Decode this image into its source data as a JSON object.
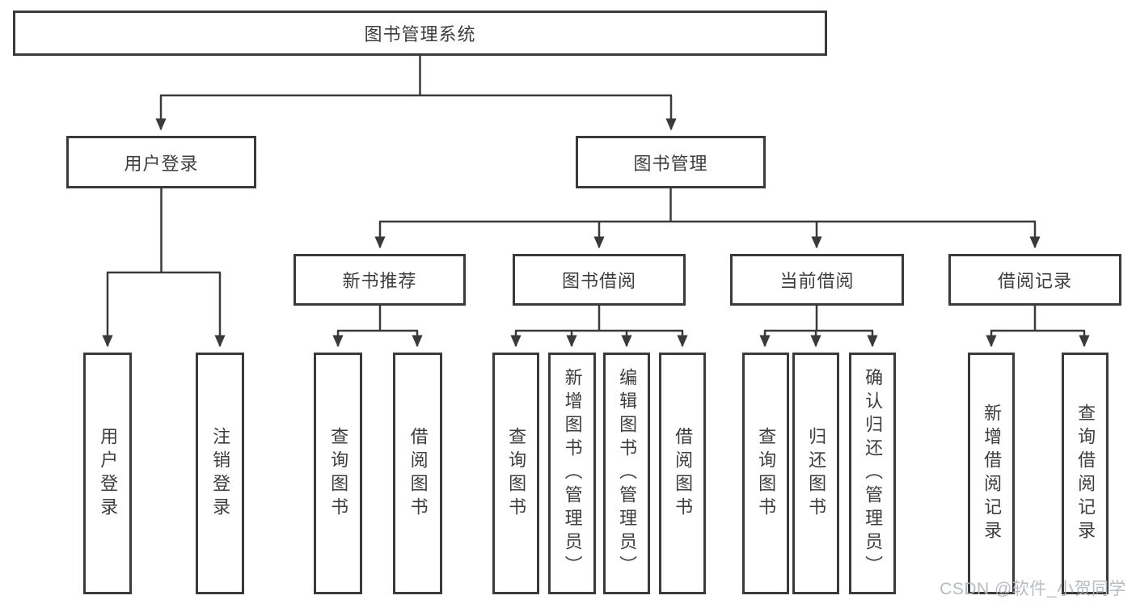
{
  "colors": {
    "line": "#3a3a3a",
    "box_border": "#3a3a3a",
    "box_fill": "#ffffff",
    "text": "#3d3d3d",
    "watermark_text": "#b3b6bd",
    "background": "#ffffff"
  },
  "watermark": "CSDN @软件_小贺同学",
  "tree": {
    "root": {
      "label": "图书管理系统"
    },
    "branches": [
      {
        "label": "用户登录",
        "children": [
          {
            "label": "用户登录"
          },
          {
            "label": "注销登录"
          }
        ]
      },
      {
        "label": "图书管理",
        "children": [
          {
            "label": "新书推荐",
            "children": [
              {
                "label": "查询图书"
              },
              {
                "label": "借阅图书"
              }
            ]
          },
          {
            "label": "图书借阅",
            "children": [
              {
                "label": "查询图书"
              },
              {
                "label": "新增图书（管理员）"
              },
              {
                "label": "编辑图书（管理员）"
              },
              {
                "label": "借阅图书"
              }
            ]
          },
          {
            "label": "当前借阅",
            "children": [
              {
                "label": "查询图书"
              },
              {
                "label": "归还图书"
              },
              {
                "label": "确认归还（管理员）"
              }
            ]
          },
          {
            "label": "借阅记录",
            "children": [
              {
                "label": "新增借阅记录"
              },
              {
                "label": "查询借阅记录"
              }
            ]
          }
        ]
      }
    ]
  }
}
